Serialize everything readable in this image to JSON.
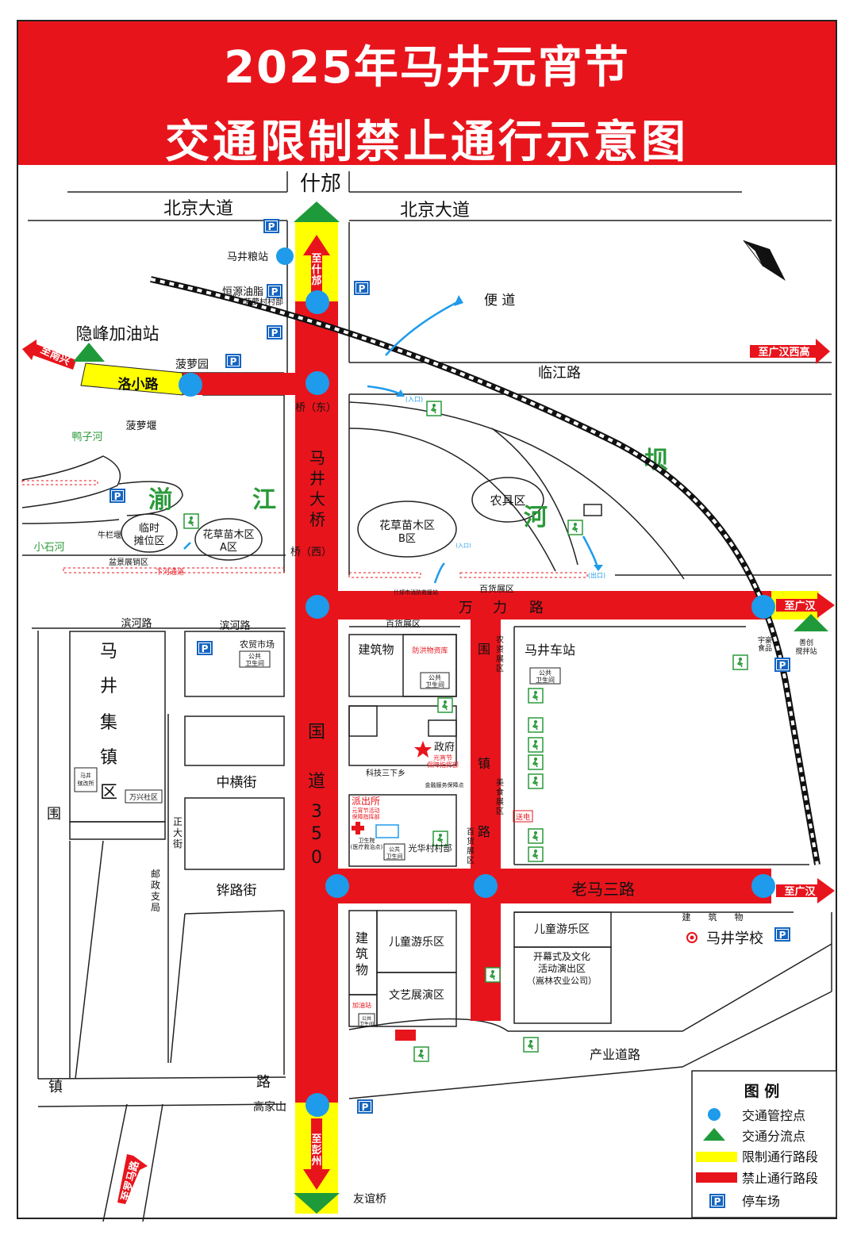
{
  "title": {
    "line1": "2025年马井元宵节",
    "line2": "交通限制禁止通行示意图"
  },
  "colors": {
    "forbidden": "#e8141c",
    "restricted": "#ffff00",
    "control_point": "#1e9bea",
    "diversion": "#1f9a3a",
    "parking": "#1565c0",
    "river_label": "#2a9a3a",
    "road_line": "#222222"
  },
  "roads": {
    "beijing_w": "北京大道",
    "beijing_e": "北京大道",
    "shifang": "什邡",
    "linjiang": "临江路",
    "wanli": [
      "万",
      "力",
      "路"
    ],
    "laoma": "老马三路",
    "chanye": "产业道路",
    "luoxiao": "洛小路",
    "binhe1": "滨河路",
    "binhe2": "滨河路",
    "zhongheng": "中横街",
    "feilu": "铧路街",
    "zhengda": [
      "正",
      "大",
      "街"
    ],
    "youzheng": [
      "邮",
      "政",
      "支",
      "局"
    ],
    "guodao": [
      "国",
      "道",
      "3",
      "5",
      "0"
    ],
    "bridge": [
      "马",
      "井",
      "大",
      "桥"
    ],
    "bridge_e": "桥（东）",
    "bridge_w": "桥（西）",
    "weizhen_w": [
      "围"
    ],
    "weizhen_w2": [
      "镇"
    ],
    "weizhen_w3": "路",
    "weizhen_e": [
      "围",
      "镇",
      "路"
    ],
    "biandao": "便 道"
  },
  "places": {
    "grain": "马井粮站",
    "oil": "恒源油脂",
    "boluo_village": "菠萝村村部",
    "gas": "隐峰加油站",
    "boluoyuan": "菠萝园",
    "boluoyan": "菠萝堰",
    "yazi": "鸭子河",
    "xiaoshi": "小石河",
    "niulan": "牛栏堰",
    "penjing": "盆景展销区",
    "temp": [
      "临时",
      "摊位区"
    ],
    "flowerA": [
      "花草苗木区",
      "A区"
    ],
    "flowerB": [
      "花草苗木区",
      "B区"
    ],
    "tools": "农具区",
    "jizhen": [
      "马",
      "井",
      "集",
      "镇",
      "区"
    ],
    "wanxing": "万兴社区",
    "majing_office": [
      "马井",
      "殡改所"
    ],
    "market": "农贸市场",
    "toilet": [
      "公共",
      "卫生间"
    ],
    "building": "建筑物",
    "flood": "防洪物资库",
    "gov": "政府",
    "gov_sub": [
      "元宵节",
      "保障指挥部"
    ],
    "keji": "科技三下乡",
    "police": "派出所",
    "police_sub": [
      "元宵节活动",
      "保障指挥部"
    ],
    "hospital": [
      "卫生院",
      "(医疗救治点)"
    ],
    "guanghua": "光华村村部",
    "station": "马井车站",
    "yuhao": [
      "宇豪",
      "食品"
    ],
    "shanchuang": [
      "善创",
      "搅拌站"
    ],
    "children1": "儿童游乐区",
    "children2": "儿童游乐区",
    "art": "文艺展演区",
    "building_v": [
      "建",
      "筑",
      "物"
    ],
    "building_row": "建　　筑　　物",
    "school": "马井学校",
    "opening": [
      "开幕式及文化",
      "活动演出区",
      "（嵩林农业公司）"
    ],
    "gas2": "加油站",
    "gaojiashan": "高家山",
    "youyi": "友谊桥",
    "baihuo1": "百货展区",
    "baihuo2": "百货展区",
    "baihuo3": [
      "百",
      "货",
      "展",
      "区"
    ],
    "nongzi": [
      "农",
      "资",
      "展",
      "区"
    ],
    "meishi": [
      "美",
      "食",
      "展",
      "区"
    ],
    "smallsign1": "什邡市消防救援站",
    "smallsign2": "金融服务保障点",
    "entry": "(入口)",
    "exit": "(出口)",
    "xiahe": "下河通道",
    "tianjing": "(入口)",
    "sign_send": "送电"
  },
  "river": [
    "湔",
    "江",
    "河",
    "坝"
  ],
  "arrows": {
    "to_shifang": [
      "至",
      "什",
      "邡"
    ],
    "to_pengzhou": [
      "至",
      "彭",
      "州"
    ],
    "to_guanghan1": "至广汉",
    "to_guanghan2": "至广汉",
    "to_guanghan_west": "至广汉西高",
    "to_nanxing": "至南兴",
    "to_luoma": "至罗马路"
  },
  "legend": {
    "title": "图 例",
    "items": [
      {
        "label": "交通管控点",
        "icon": "control-point-icon"
      },
      {
        "label": "交通分流点",
        "icon": "diversion-icon"
      },
      {
        "label": "限制通行路段",
        "icon": "restricted-bar-icon"
      },
      {
        "label": "禁止通行路段",
        "icon": "forbidden-bar-icon"
      },
      {
        "label": "停车场",
        "icon": "parking-icon"
      }
    ]
  }
}
